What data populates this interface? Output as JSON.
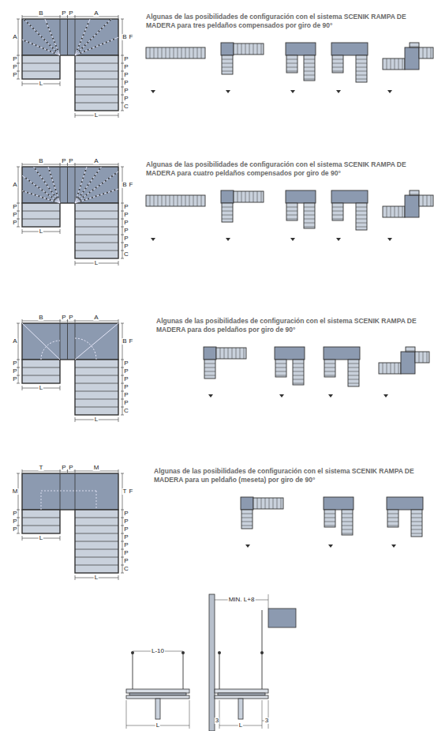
{
  "diagram": {
    "labels": [
      "B",
      "P",
      "P",
      "A",
      "A",
      "P",
      "P",
      "P",
      "L",
      "B",
      "F",
      "P",
      "P",
      "P",
      "P",
      "P",
      "P",
      "C",
      "L",
      "Algunas de las posibilidades de configuración con el sistema SCENIK RAMPA DE MADERA para tres peldaños compensados por giro de 90°",
      "B",
      "P",
      "P",
      "A",
      "A",
      "P",
      "P",
      "P",
      "L",
      "B",
      "F",
      "P",
      "P",
      "P",
      "P",
      "P",
      "P",
      "C",
      "L",
      "Algunas de las posibilidades de configuración con el sistema SCENIK RAMPA DE MADERA para cuatro peldaños compensados por giro de 90°",
      "B",
      "P",
      "P",
      "A",
      "A",
      "P",
      "P",
      "P",
      "L",
      "B",
      "F",
      "P",
      "P",
      "P",
      "P",
      "P",
      "P",
      "C",
      "L",
      "Algunas de las posibilidades de configuración con el sistema SCENIK RAMPA DE MADERA para dos peldaños por giro de 90°",
      "T",
      "P",
      "P",
      "M",
      "M",
      "P",
      "P",
      "P",
      "L",
      "T",
      "F",
      "P",
      "P",
      "P",
      "P",
      "P",
      "P",
      "P",
      "C",
      "L",
      "Algunas de las posibilidades de configuración con el sistema SCENIK RAMPA DE MADERA para un peldaño (meseta) por giro de 90°",
      "MIN. L+8",
      "L-10",
      "L",
      "3",
      "L",
      "3"
    ]
  }
}
